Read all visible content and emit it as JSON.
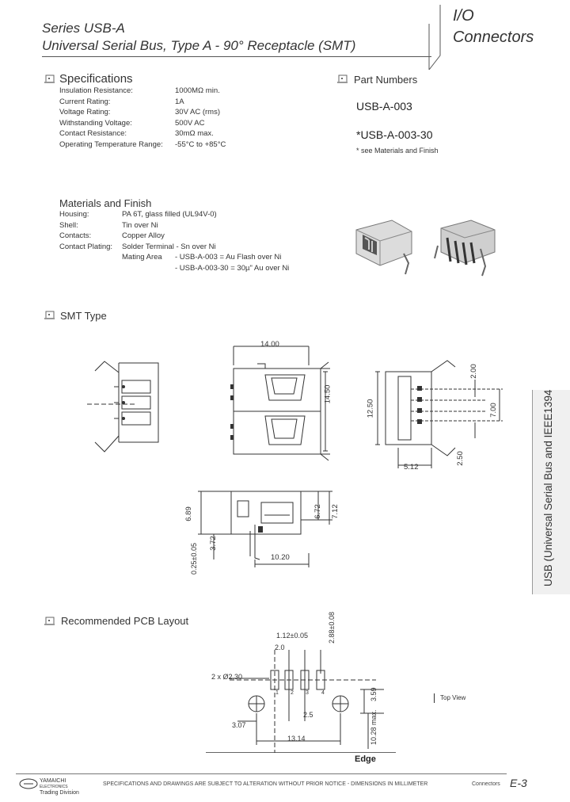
{
  "header": {
    "series": "Series  USB-A",
    "subtitle": "Universal Serial Bus, Type A  - 90° Receptacle (SMT)",
    "category_line1": "I/O",
    "category_line2": "Connectors"
  },
  "specifications": {
    "title": "Specifications",
    "rows": [
      {
        "label": "Insulation Resistance:",
        "value": "1000MΩ min."
      },
      {
        "label": "Current Rating:",
        "value": "1A"
      },
      {
        "label": "Voltage Rating:",
        "value": "30V AC (rms)"
      },
      {
        "label": "Withstanding Voltage:",
        "value": "500V AC"
      },
      {
        "label": "Contact Resistance:",
        "value": "30mΩ max."
      },
      {
        "label": "Operating Temperature Range:",
        "value": "-55°C to +85°C"
      }
    ]
  },
  "part_numbers": {
    "title": "Part Numbers",
    "items": [
      "USB-A-003",
      "*USB-A-003-30"
    ],
    "note": "* see Materials and Finish"
  },
  "materials": {
    "title": "Materials and Finish",
    "rows": [
      {
        "label": "Housing:",
        "value": "PA 6T, glass filled (UL94V-0)"
      },
      {
        "label": "Shell:",
        "value": "Tin over Ni"
      },
      {
        "label": "Contacts:",
        "value": "Copper Alloy"
      },
      {
        "label": "Contact Plating:",
        "value": "Solder Terminal - Sn over Ni"
      }
    ],
    "mating_area_label": "Mating Area",
    "mating_lines": [
      "- USB-A-003 = Au Flash over Ni",
      "- USB-A-003-30 = 30µ\" Au over Ni"
    ]
  },
  "smt": {
    "title": "SMT Type",
    "dims": {
      "d1400": "14.00",
      "d1450": "14.50",
      "d1250": "12.50",
      "d200": "2.00",
      "d700": "7.00",
      "d250": "2.50",
      "d512": "5.12",
      "d689": "6.89",
      "d372a": "3.72",
      "d025": "0.25±0.05",
      "d1020": "10.20",
      "d672": "6.72",
      "d712": "7.12"
    }
  },
  "pcb": {
    "title": "Recommended PCB Layout",
    "dims": {
      "d112": "1.12±0.05",
      "d20": "2.0",
      "d288": "2.88±0.08",
      "d2x": "2 x Ø2.30",
      "d359": "3.59",
      "d25": "2.5",
      "d307": "3.07",
      "d1314": "13.14",
      "d1028": "10.28 max."
    },
    "pin_labels": [
      "1",
      "2",
      "3",
      "4"
    ],
    "top_view": "Top View",
    "edge": "Edge"
  },
  "sidebar": {
    "text": "USB (Universal Serial Bus and IEEE1394"
  },
  "footer": {
    "company": "YAMAICHI",
    "company_sub": "ELECTRONICS",
    "division": "Trading Division",
    "disclaimer": "SPECIFICATIONS AND DRAWINGS ARE SUBJECT TO ALTERATION WITHOUT PRIOR NOTICE - DIMENSIONS IN MILLIMETER",
    "section": "Connectors",
    "page": "E-3"
  }
}
